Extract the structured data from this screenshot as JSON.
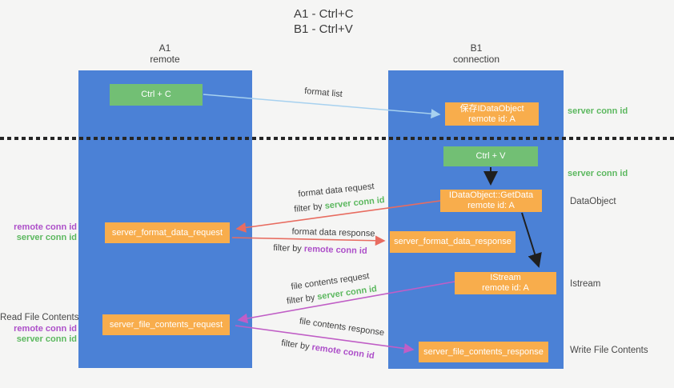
{
  "title": {
    "line1": "A1 - Ctrl+C",
    "line2": "B1 - Ctrl+V"
  },
  "lanes": {
    "left": {
      "name": "A1",
      "role": "remote"
    },
    "right": {
      "name": "B1",
      "role": "connection"
    }
  },
  "nodes": {
    "ctrl_c": {
      "label": "Ctrl + C"
    },
    "save_dataobject": {
      "line1": "保存IDataObject",
      "line2": "remote id: A"
    },
    "ctrl_v": {
      "label": "Ctrl + V"
    },
    "getdata": {
      "line1": "IDataObject::GetData",
      "line2": "remote id: A"
    },
    "format_data_request": {
      "label": "server_format_data_request"
    },
    "format_data_response": {
      "label": "server_format_data_response"
    },
    "istream": {
      "line1": "IStream",
      "line2": "remote id: A"
    },
    "file_contents_request": {
      "label": "server_file_contents_request"
    },
    "file_contents_response": {
      "label": "server_file_contents_response"
    }
  },
  "arrows": {
    "format_list": {
      "label": "format list"
    },
    "format_data_request": {
      "label": "format data request",
      "filter_prefix": "filter by ",
      "filter_key": "server conn id"
    },
    "format_data_response": {
      "label": "format data response",
      "filter_prefix": "filter by ",
      "filter_key": "remote conn id"
    },
    "file_contents_request": {
      "label": "file contents request",
      "filter_prefix": "filter by ",
      "filter_key": "server conn id"
    },
    "file_contents_response": {
      "label": "file contents response",
      "filter_prefix": "filter by ",
      "filter_key": "remote conn id"
    }
  },
  "side_labels": {
    "server_conn_id_top": "server conn id",
    "server_conn_id_mid": "server conn id",
    "dataobject": "DataObject",
    "istream": "Istream",
    "write_file_contents": "Write File Contents",
    "read_file_contents": "Read File Contents",
    "left_pair_1": {
      "remote": "remote conn id",
      "server": "server conn id"
    },
    "left_pair_2": {
      "remote": "remote conn id",
      "server": "server conn id"
    }
  },
  "colors": {
    "lifeline_blue": "#4b81d6",
    "node_green": "#72bf74",
    "node_orange": "#f8ad4c",
    "arrow_light_blue": "#a7d1ef",
    "arrow_red": "#e86c60",
    "arrow_magenta": "#c05ec6",
    "arrow_black": "#1f1f1f",
    "text_green": "#5cb85f",
    "text_purple": "#ad4fc9",
    "text_dark": "#3e3e3e",
    "background": "#f5f5f4"
  }
}
